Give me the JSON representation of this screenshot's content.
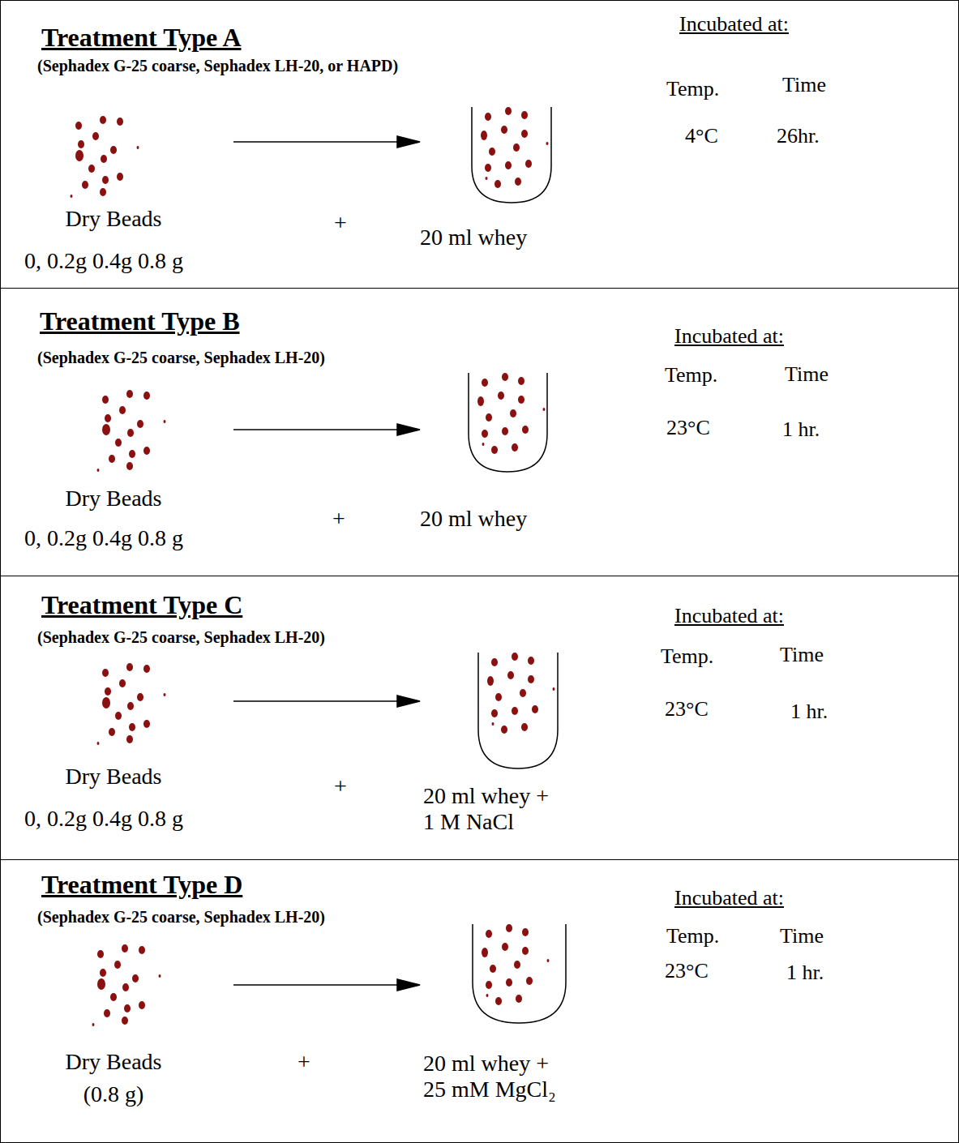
{
  "diagram": {
    "nodes": [
      {
        "text": [
          "Treatment Type A",
          "(Sephadex G-25 coarse, Sephadex LH-20, or HAPD)"
        ]
      },
      {
        "text": [
          "Treatment Type B",
          "(Sephadex G-25 coarse, Sephadex LH-20)"
        ]
      },
      {
        "text": [
          "Treatment Type C",
          "(Sephadex G-25 coarse, Sephadex LH-20)"
        ]
      },
      {
        "text": [
          "Treatment Type D",
          "(Sephadex G-25 coarse, Sephadex LH-20)"
        ]
      }
    ],
    "labels": [
      "Incubated at:",
      "Temp.",
      "Time",
      "4°C",
      "26hr.",
      "Dry Beads",
      "0, 0.2g 0.4g 0.8 g",
      "+",
      "20 ml whey",
      "Incubated at:",
      "Temp.",
      "Time",
      "23°C",
      "1 hr.",
      "Dry Beads",
      "0, 0.2g 0.4g 0.8 g",
      "+",
      "20 ml whey",
      "Incubated at:",
      "Temp.",
      "Time",
      "23°C",
      "1 hr.",
      "Dry Beads",
      "0, 0.2g 0.4g 0.8 g",
      "+",
      "20 ml whey + 1 M NaCl",
      "Incubated at:",
      "Temp.",
      "Time",
      "23°C",
      "1 hr.",
      "Dry Beads",
      "(0.8 g)",
      "+",
      "20 ml whey + 25 mM MgCl₂"
    ]
  }
}
